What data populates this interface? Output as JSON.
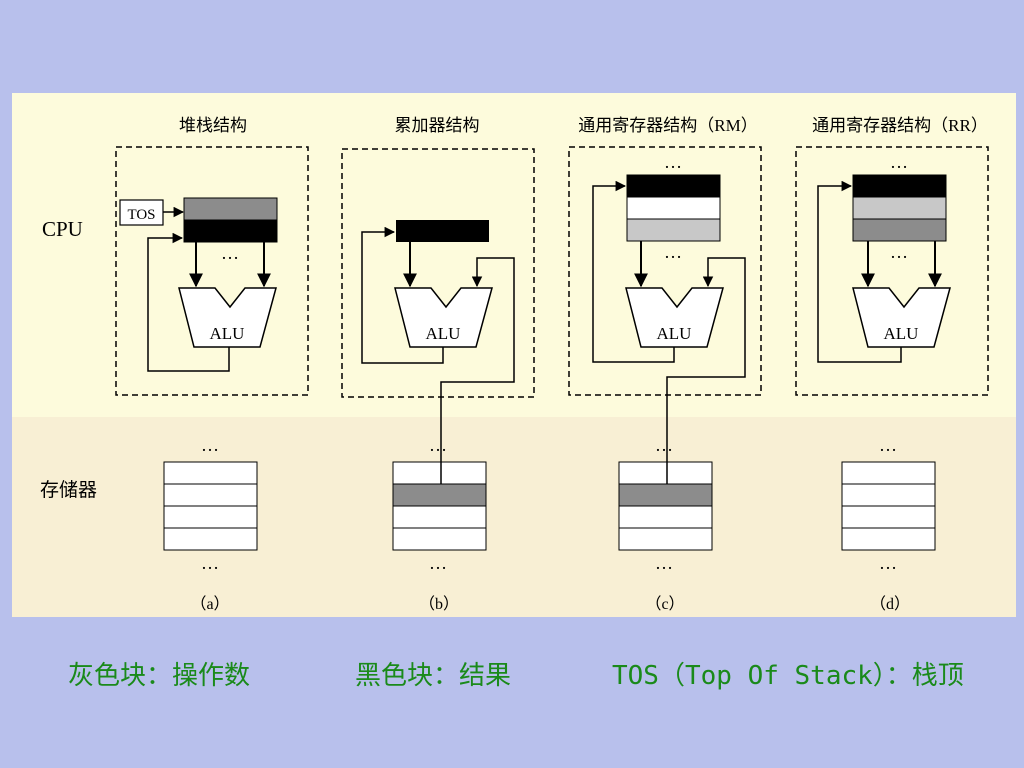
{
  "colors": {
    "slide_background": "#b8c0ec",
    "cpu_region": "#fdfbdc",
    "memory_region": "#f8efd4",
    "operand_gray": "#8c8c8c",
    "result_black": "#000000",
    "legend_text": "#1a8a1a"
  },
  "labels": {
    "cpu": "CPU",
    "memory": "存储器",
    "tos_box": "TOS",
    "alu": "ALU",
    "ellipsis": "…"
  },
  "panels": [
    {
      "id": "a",
      "title": "堆栈结构",
      "caption": "（a）"
    },
    {
      "id": "b",
      "title": "累加器结构",
      "caption": "（b）"
    },
    {
      "id": "c",
      "title": "通用寄存器结构（RM）",
      "caption": "（c）"
    },
    {
      "id": "d",
      "title": "通用寄存器结构（RR）",
      "caption": "（d）"
    }
  ],
  "legend": {
    "gray_block": "灰色块：操作数",
    "black_block": "黑色块：结果",
    "tos": "TOS（Top Of Stack）：栈顶"
  }
}
